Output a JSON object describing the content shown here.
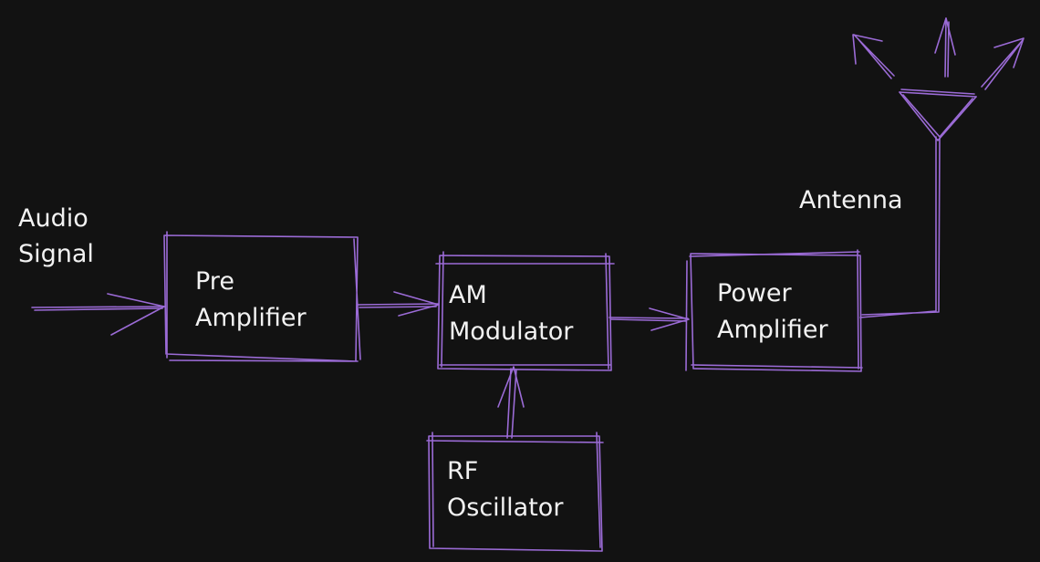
{
  "colors": {
    "background": "#121212",
    "stroke": "#9b6bd6",
    "text": "#f2f2f2"
  },
  "labels": {
    "audio_signal": [
      "Audio",
      "Signal"
    ],
    "antenna": "Antenna"
  },
  "blocks": {
    "pre_amplifier": [
      "Pre",
      "Amplifier"
    ],
    "am_modulator": [
      "AM",
      "Modulator"
    ],
    "power_amplifier": [
      "Power",
      "Amplifier"
    ],
    "rf_oscillator": [
      "RF",
      "Oscillator"
    ]
  },
  "connections": [
    {
      "from": "audio_signal",
      "to": "pre_amplifier"
    },
    {
      "from": "pre_amplifier",
      "to": "am_modulator"
    },
    {
      "from": "rf_oscillator",
      "to": "am_modulator"
    },
    {
      "from": "am_modulator",
      "to": "power_amplifier"
    },
    {
      "from": "power_amplifier",
      "to": "antenna"
    }
  ]
}
